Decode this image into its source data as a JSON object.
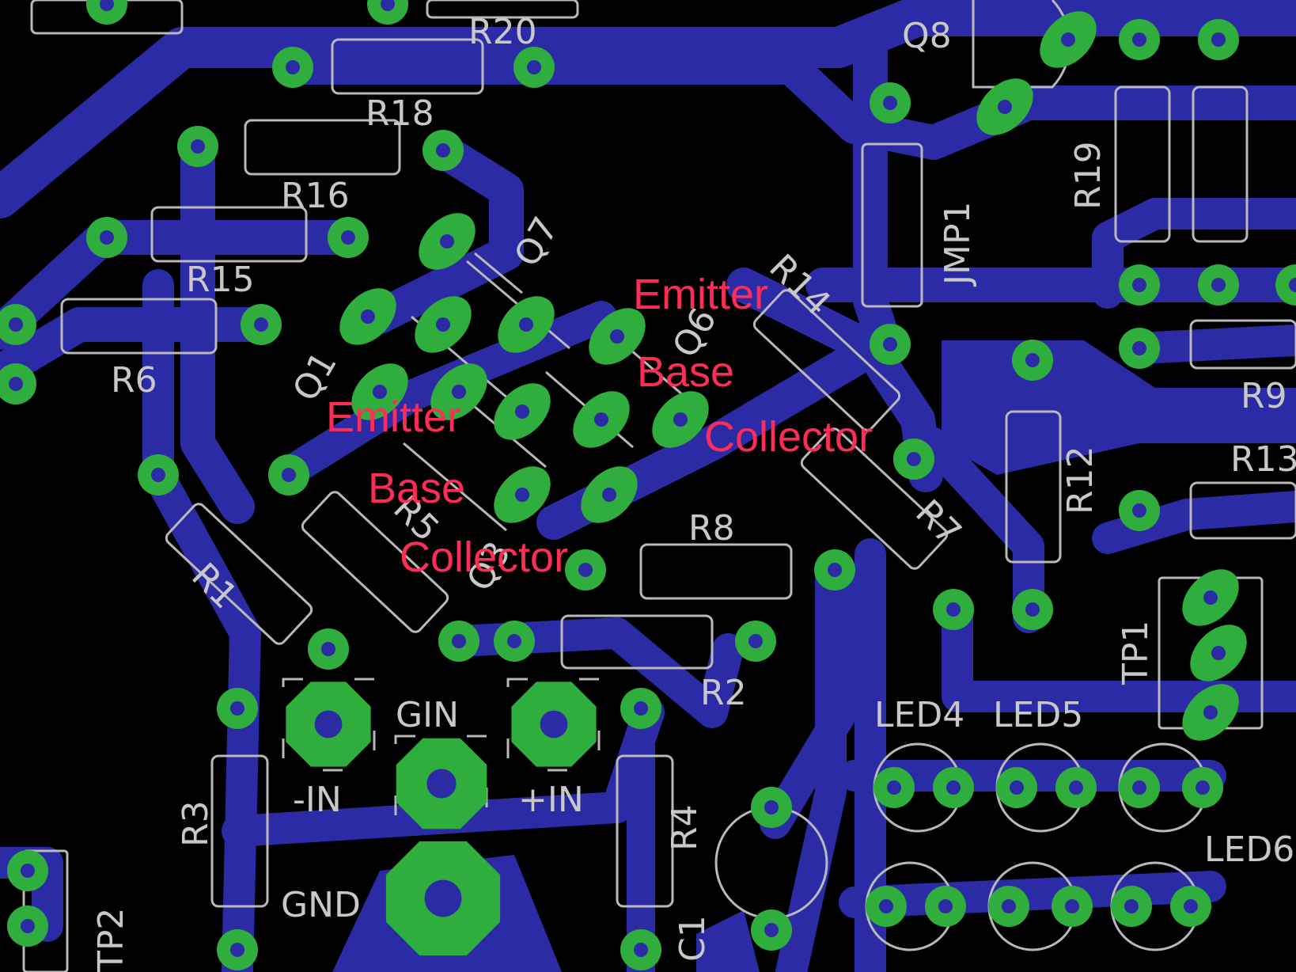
{
  "colors": {
    "background": "#000000",
    "trace": "#2b2ba6",
    "pad": "#2fae3e",
    "silkscreen": "#c8c8c8",
    "annotation": "#ff2d55"
  },
  "labels": {
    "r20": "R20",
    "q8": "Q8",
    "r18": "R18",
    "r16": "R16",
    "q7": "Q7",
    "r15": "R15",
    "r6": "R6",
    "q6": "Q6",
    "r14": "R14",
    "jmp1": "JMP1",
    "r19": "R19",
    "q1": "Q1",
    "r5": "R5",
    "r1": "R1",
    "r8": "R8",
    "r7": "R7",
    "r12": "R12",
    "r9": "R9",
    "r13": "R13",
    "tp1": "TP1",
    "r2": "R2",
    "gin": "GIN",
    "min_in": "-IN",
    "plus_in": "+IN",
    "r3": "R3",
    "r4": "R4",
    "gnd": "GND",
    "c1": "C1",
    "tp2": "TP2",
    "led4": "LED4",
    "led5": "LED5",
    "led6": "LED6",
    "q3": "Q3"
  },
  "annotations": {
    "emitter_right": "Emitter",
    "base_right": "Base",
    "collector_right": "Collector",
    "emitter_left": "Emitter",
    "base_left": "Base",
    "collector_left": "Collector"
  }
}
